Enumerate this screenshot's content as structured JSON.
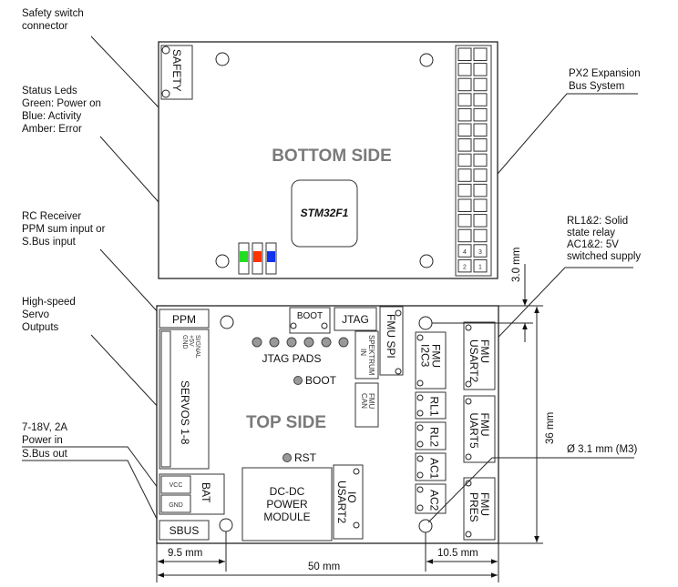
{
  "callouts": {
    "safety": [
      "Safety switch",
      "connector"
    ],
    "leds": [
      "Status Leds",
      "Green: Power on",
      "Blue: Activity",
      "Amber: Error"
    ],
    "rc": [
      "RC Receiver",
      "PPM sum input or",
      "S.Bus input"
    ],
    "servo": [
      "High-speed",
      "Servo",
      "Outputs"
    ],
    "power": [
      "7-18V, 2A",
      "Power in"
    ],
    "sbus_out": [
      "S.Bus out"
    ],
    "px2": [
      "PX2 Expansion",
      "Bus System"
    ],
    "relay": [
      "RL1&2: Solid",
      "state relay",
      "AC1&2: 5V",
      "switched supply"
    ]
  },
  "bottom_board": {
    "title": "BOTTOM SIDE",
    "chip": "STM32F1",
    "safety": "SAFETY",
    "pin_labels": [
      "4",
      "3",
      "2",
      "1"
    ],
    "led_colors": [
      "#22dd22",
      "#ff3300",
      "#1133ee"
    ]
  },
  "top_board": {
    "title": "TOP SIDE",
    "ppm": "PPM",
    "boot_conn": "BOOT",
    "jtag": "JTAG",
    "fmu_spi": "FMU SPI",
    "jtag_pads": "JTAG PADS",
    "spektrum": [
      "SPEKTRUM",
      "IN"
    ],
    "boot_pad": "BOOT",
    "fmu_can": [
      "FMU",
      "CAN"
    ],
    "servos": "SERVOS 1-8",
    "servo_pins": [
      "SIGNAL",
      "+5V",
      "GND"
    ],
    "rst": "RST",
    "vcc": "VCC",
    "gnd": "GND",
    "bat": "BAT",
    "sbus": "SBUS",
    "dcdc": [
      "DC-DC",
      "POWER",
      "MODULE"
    ],
    "io_usart2": [
      "IO",
      "USART2"
    ],
    "fmu_i2c3": [
      "FMU",
      "I2C3"
    ],
    "rl1": "RL1",
    "rl2": "RL2",
    "ac1": "AC1",
    "ac2": "AC2",
    "fmu_usart2": [
      "FMU",
      "USART2"
    ],
    "fmu_uart5": [
      "FMU",
      "UART5"
    ],
    "fmu_pres": [
      "FMU",
      "PRES"
    ]
  },
  "dimensions": {
    "hole_offset": "3.0 mm",
    "height": "36 mm",
    "hole_dia": "Ø 3.1 mm (M3)",
    "left_offset": "9.5 mm",
    "width": "50 mm",
    "right_offset": "10.5 mm"
  }
}
